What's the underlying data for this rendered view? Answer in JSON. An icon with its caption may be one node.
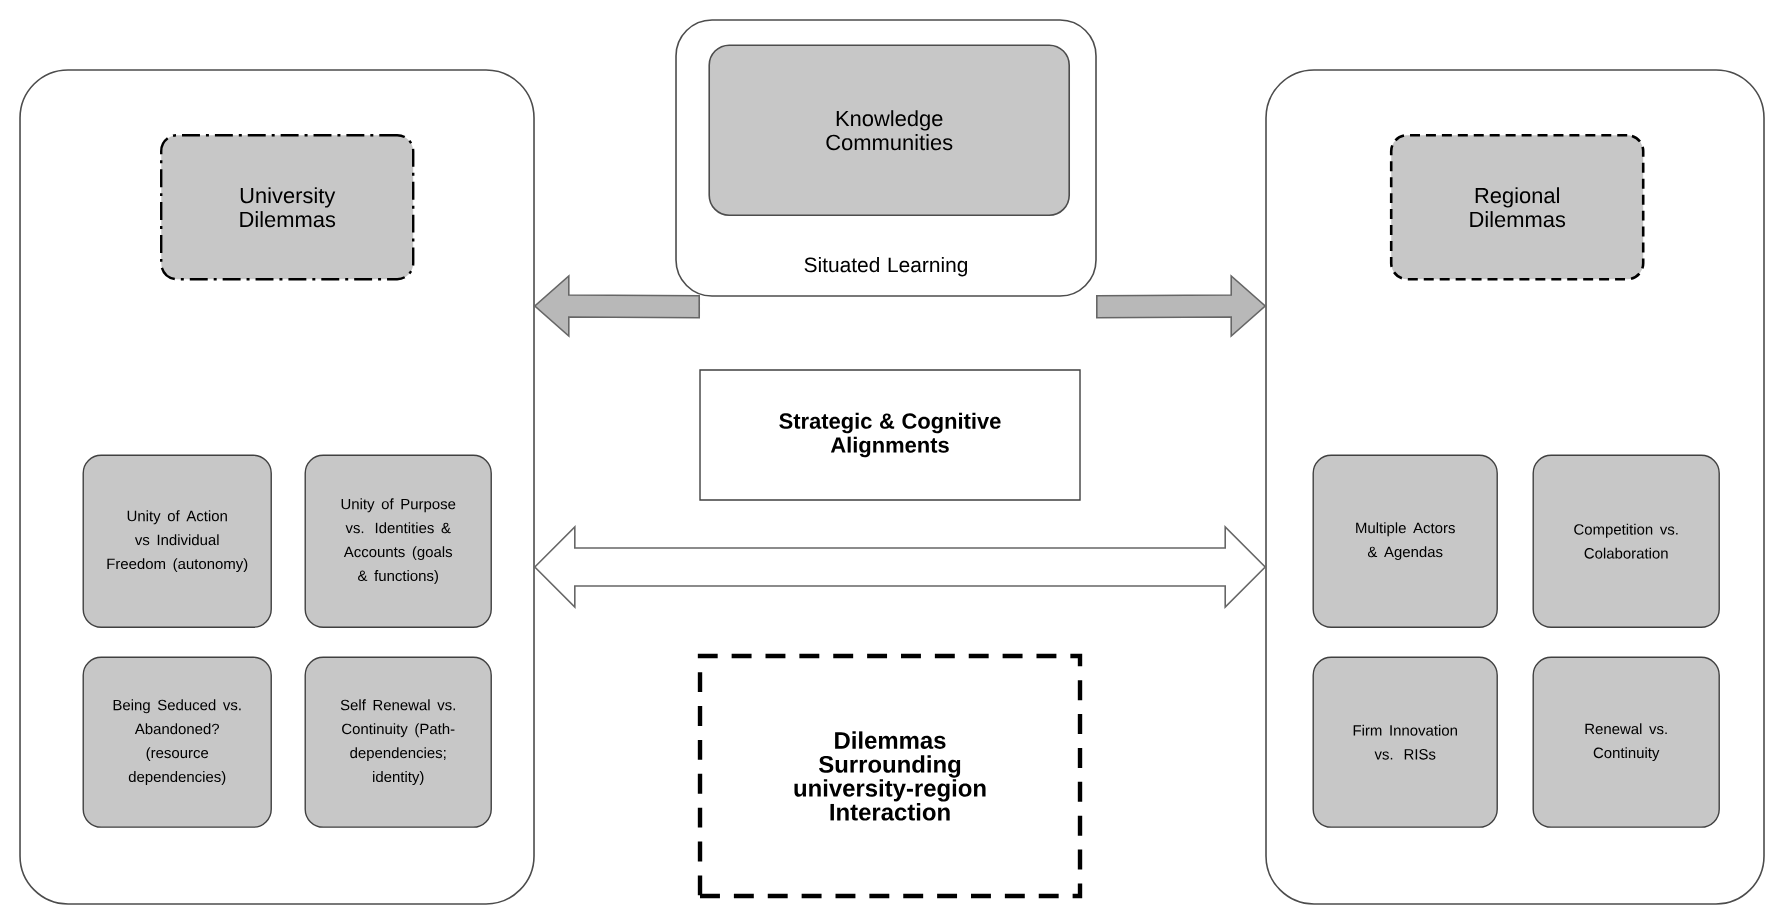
{
  "diagram": {
    "nodes": [
      {
        "text": [],
        "shape": "box"
      },
      {
        "text": [
          "University Dilemmas"
        ],
        "in": 0
      },
      {
        "text": [
          "Unity of Action vs Individual Freedom (autonomy)"
        ],
        "in": 0
      },
      {
        "text": [
          "Unity of Purpose vs. Identities & Accounts (goals & functions)"
        ],
        "in": 0
      },
      {
        "text": [
          "Being Seduced vs. Abandoned? (resource dependencies)"
        ],
        "in": 0
      },
      {
        "text": [
          "Self Renewal vs. Continuity (Path-dependencies; identity)"
        ],
        "in": 0
      },
      {
        "text": [
          "Situated Learning"
        ]
      },
      {
        "text": [
          "Knowledge Communities"
        ],
        "in": 6
      },
      {
        "text": [
          "Strategic & Cognitive Alignments"
        ]
      },
      {
        "text": [
          "Dilemmas Surrounding university-region Interaction"
        ]
      },
      {
        "text": [],
        "shape": "box"
      },
      {
        "text": [
          "Regional Dilemmas"
        ],
        "in": 10
      },
      {
        "text": [
          "Multiple Actors & Agendas"
        ],
        "in": 10
      },
      {
        "text": [
          "Competition vs. Colaboration"
        ],
        "in": 10
      },
      {
        "text": [
          "Firm Innovation vs. RISs"
        ],
        "in": 10
      },
      {
        "text": [
          "Renewal vs. Continuity"
        ],
        "in": 10
      }
    ],
    "edges": [
      {
        "from": 6,
        "to": 0,
        "arrow": "to"
      },
      {
        "from": 6,
        "to": 10,
        "arrow": "to"
      },
      {
        "from": 0,
        "to": 10,
        "arrow": "both"
      }
    ]
  }
}
